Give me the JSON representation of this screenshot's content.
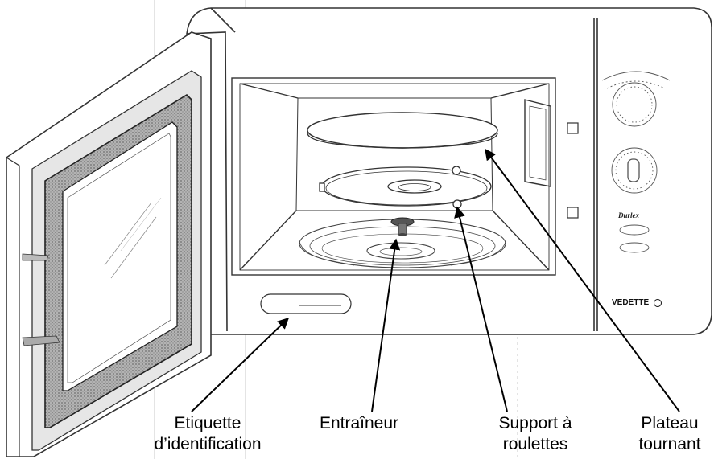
{
  "callouts": {
    "id_label": {
      "line1": "Etiquette",
      "line2": "d’identification"
    },
    "drive": {
      "line1": "Entraîneur"
    },
    "roller": {
      "line1": "Support à",
      "line2": "roulettes"
    },
    "turntable": {
      "line1": "Plateau",
      "line2": "tournant"
    }
  },
  "panel": {
    "brand": "VEDETTE",
    "model": "Durlex"
  },
  "colors": {
    "ink": "#000000",
    "outline": "#333333",
    "paper": "#ffffff",
    "door_gray": "#9a9a9a"
  }
}
